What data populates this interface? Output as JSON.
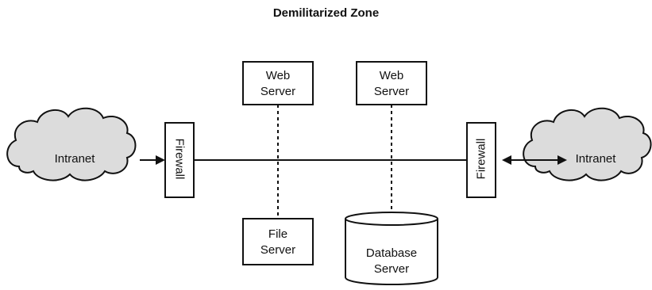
{
  "diagram": {
    "title": "Demilitarized Zone",
    "left_cloud_label": "Intranet",
    "right_cloud_label": "Intranet",
    "left_firewall_label": "Firewall",
    "right_firewall_label": "Firewall",
    "web_server_1": [
      "Web",
      "Server"
    ],
    "web_server_2": [
      "Web",
      "Server"
    ],
    "file_server": [
      "File",
      "Server"
    ],
    "database_server": [
      "Database",
      "Server"
    ],
    "colors": {
      "cloud_fill": "#dcdcdc",
      "line": "#111111",
      "box_fill": "#ffffff"
    }
  }
}
